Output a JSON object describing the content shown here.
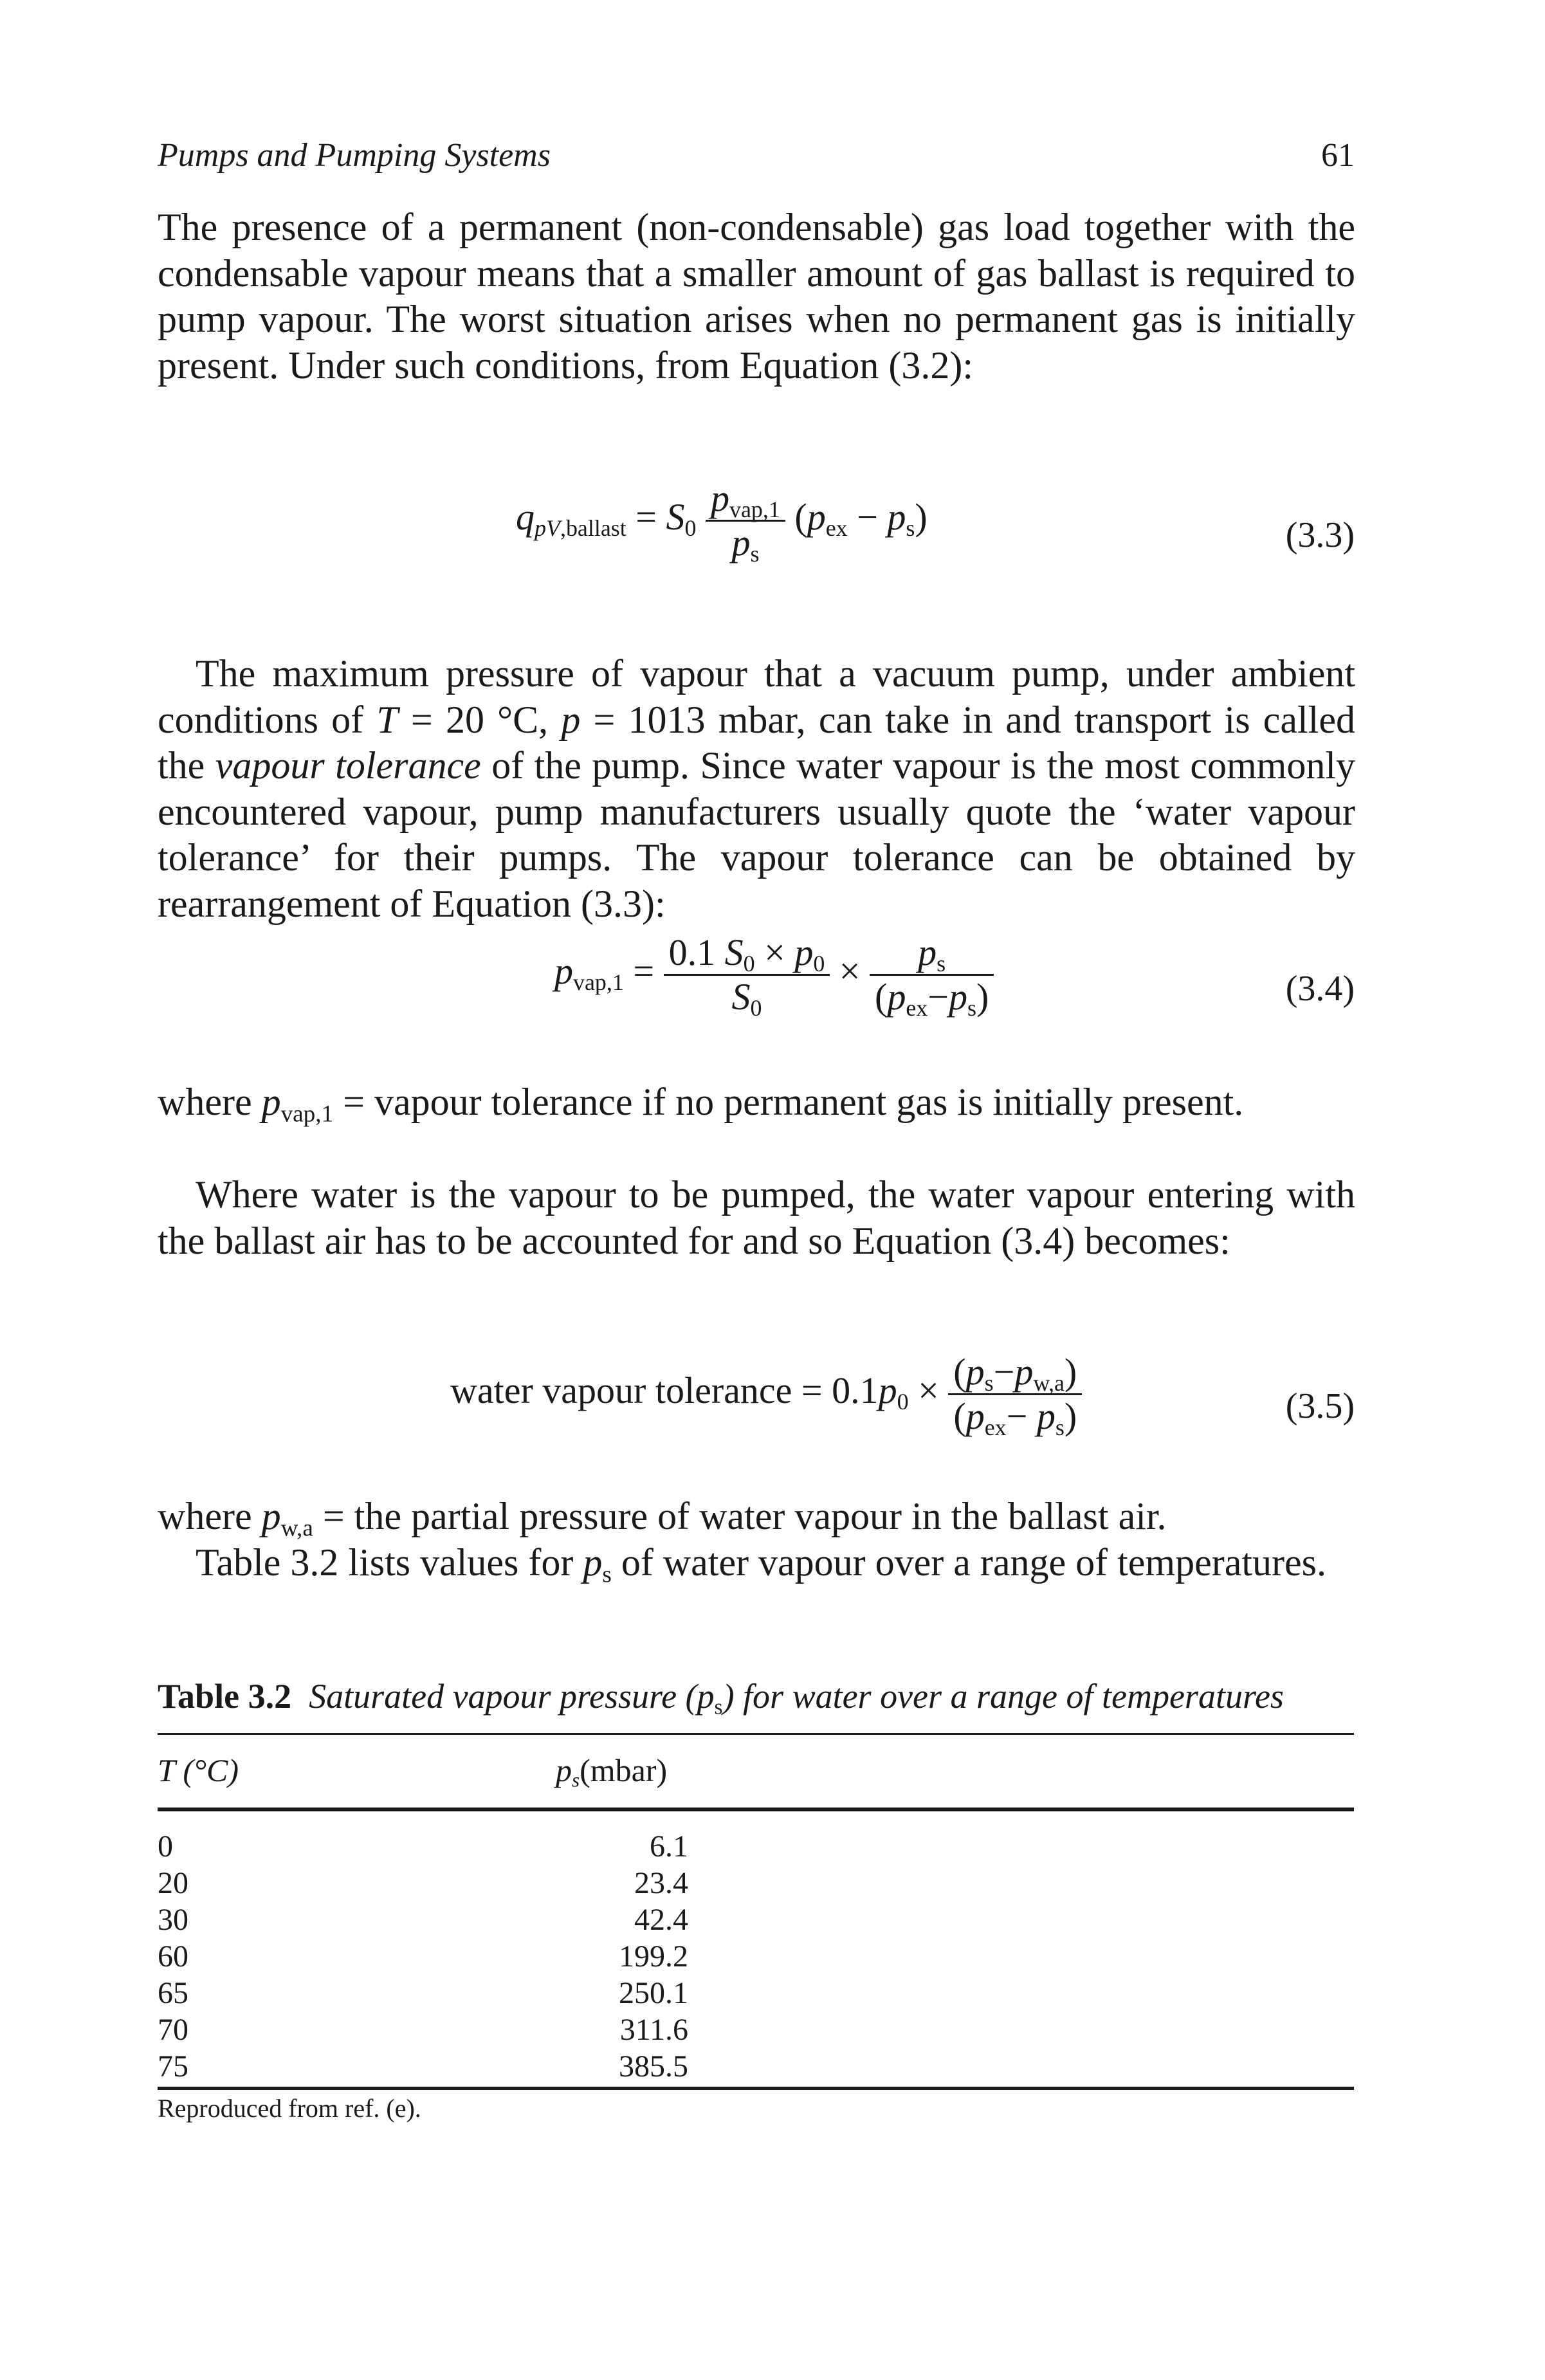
{
  "header": {
    "running_title": "Pumps and Pumping Systems",
    "page_number": "61"
  },
  "paragraphs": {
    "p1": "The presence of a permanent (non-condensable) gas load together with the condensable vapour means that a smaller amount of gas ballast is required to pump vapour. The worst situation arises when no permanent gas is initially present. Under such conditions, from Equation (3.2):",
    "p2_a": "The maximum pressure of vapour that a vacuum pump, under ambient conditions of ",
    "p2_b": " = 20 °C, ",
    "p2_c": " = 1013 mbar, can take in and transport is called the ",
    "p2_term": "vapour tolerance",
    "p2_d": " of the pump. Since water vapour is the most commonly encountered vapour, pump manufacturers usually quote the ‘water vapour tolerance’ for their pumps. The vapour tolerance can be obtained by rearrangement of Equation (3.3):",
    "p3_a": "where ",
    "p3_b": " = vapour tolerance if no permanent gas is initially present.",
    "p4": "Where water is the vapour to be pumped, the water vapour entering with the ballast air has to be accounted for and so Equation (3.4) becomes:",
    "p5_a": "where ",
    "p5_b": " = the partial pressure of water vapour in the ballast air.",
    "p6_a": "Table 3.2 lists values for ",
    "p6_b": " of water vapour over a range of temperatures."
  },
  "equations": {
    "eq33_num": "(3.3)",
    "eq34_num": "(3.4)",
    "eq35_num": "(3.5)",
    "eq35_lhs": "water vapour tolerance = 0.1",
    "eq34_coef": "0.1 "
  },
  "table": {
    "label": "Table 3.2",
    "caption": "Saturated vapour pressure (p",
    "caption_end": ") for water over a range of temperatures",
    "col1_header": "T (°C)",
    "col2_header": "p",
    "col2_unit": "(mbar)",
    "rows": [
      {
        "t": "0",
        "p": "6.1"
      },
      {
        "t": "20",
        "p": "23.4"
      },
      {
        "t": "30",
        "p": "42.4"
      },
      {
        "t": "60",
        "p": "199.2"
      },
      {
        "t": "65",
        "p": "250.1"
      },
      {
        "t": "70",
        "p": "311.6"
      },
      {
        "t": "75",
        "p": "385.5"
      }
    ],
    "footnote": "Reproduced from ref. (e)."
  }
}
